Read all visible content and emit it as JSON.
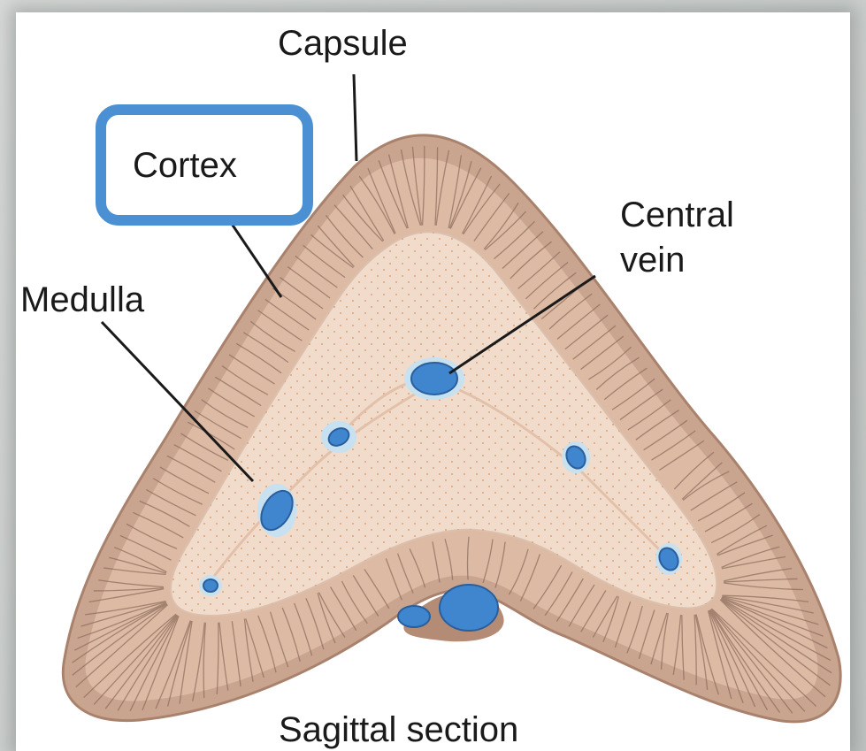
{
  "labels": {
    "capsule": "Capsule",
    "cortex": "Cortex",
    "central_vein_line1": "Central",
    "central_vein_line2": "vein",
    "medulla": "Medulla",
    "caption": "Sagittal section"
  },
  "colors": {
    "capsule": "#c9a590",
    "cortex": "#dcbaa4",
    "medulla": "#f1dccb",
    "vein": "#3f86cf",
    "highlight_box": "#4a90d2"
  }
}
